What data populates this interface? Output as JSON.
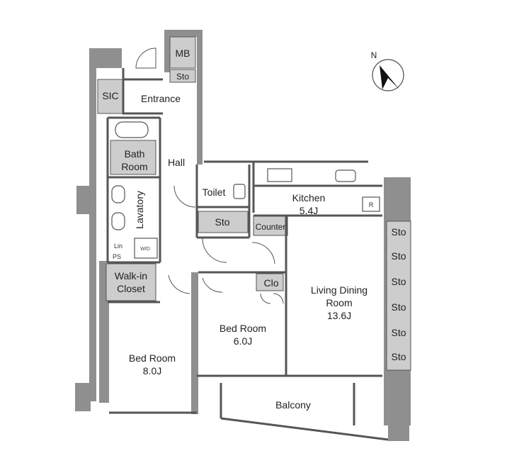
{
  "rooms": {
    "mb": "MB",
    "sto_entrance": "Sto",
    "sic": "SIC",
    "entrance": "Entrance",
    "bath": [
      "Bath",
      "Room"
    ],
    "hall": "Hall",
    "lavatory": "Lavatory",
    "lin": "Lin",
    "ps": "PS",
    "wd": "W/D",
    "toilet": "Toilet",
    "sto_hall": "Sto",
    "counter": "Counter",
    "kitchen": {
      "name": "Kitchen",
      "size": "5.4J"
    },
    "refrigerator": "R",
    "walkin": [
      "Walk-in",
      "Closet"
    ],
    "clo": "Clo",
    "bed_room_1": {
      "name": "Bed Room",
      "size": "8.0J"
    },
    "bed_room_2": {
      "name": "Bed Room",
      "size": "6.0J"
    },
    "living": {
      "name": [
        "Living Dining",
        "Room"
      ],
      "size": "13.6J"
    },
    "living_storage": [
      "Sto",
      "Sto",
      "Sto",
      "Sto",
      "Sto",
      "Sto"
    ],
    "balcony": "Balcony"
  },
  "compass": {
    "label": "N",
    "icon": "north-arrow-icon"
  },
  "colors": {
    "wall": "#8f8f8f",
    "storage_fill": "#cdcdcd",
    "line": "#555555",
    "background": "#ffffff"
  }
}
